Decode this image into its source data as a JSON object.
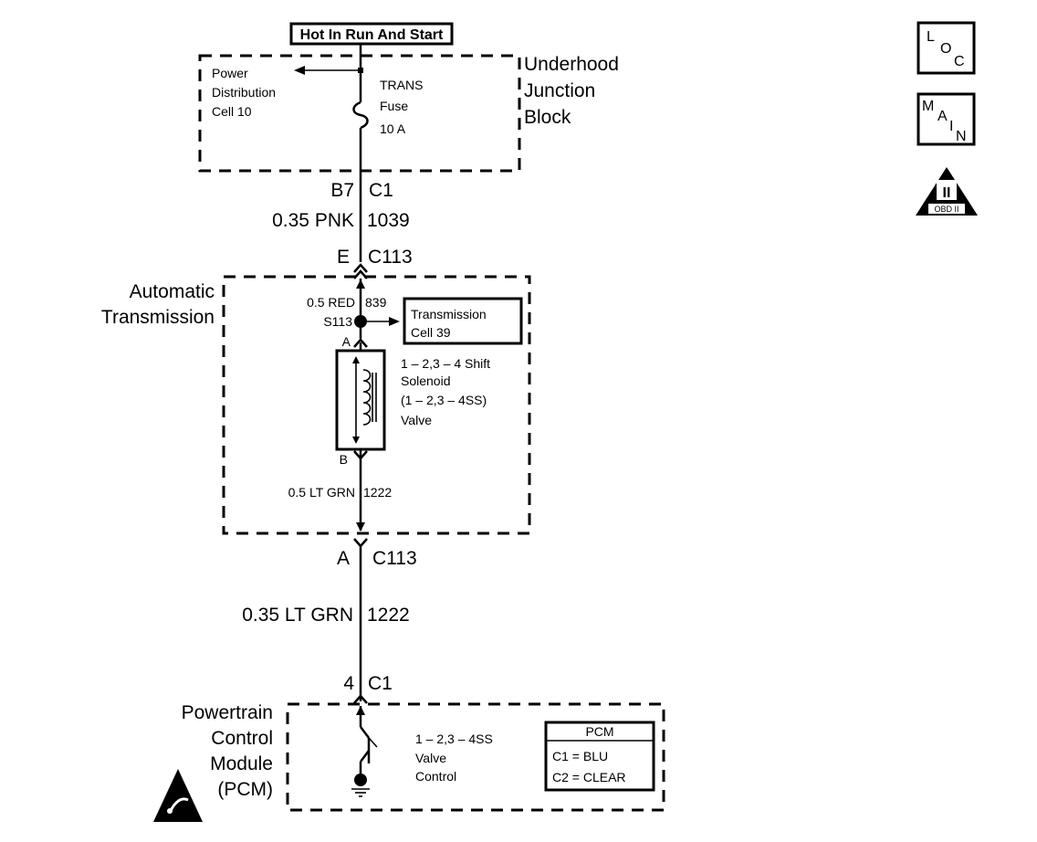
{
  "power": {
    "source": "Hot In Run And Start"
  },
  "junction_block": {
    "name": [
      "Underhood",
      "Junction",
      "Block"
    ],
    "power_dist": [
      "Power",
      "Distribution",
      "Cell 10"
    ],
    "fuse": [
      "TRANS",
      "Fuse",
      "10 A"
    ]
  },
  "wire1": {
    "pin": "B7",
    "connector": "C1",
    "size_color": "0.35 PNK",
    "circuit": "1039"
  },
  "conn_c113_top": {
    "pin": "E",
    "connector": "C113"
  },
  "automatic_transmission": {
    "name": [
      "Automatic",
      "Transmission"
    ],
    "splice_wire": "0.5 RED",
    "splice_circuit": "839",
    "splice": "S113",
    "ref_cell": [
      "Transmission",
      "Cell 39"
    ],
    "solenoid_pin_a": "A",
    "solenoid_pin_b": "B",
    "solenoid": [
      "1 – 2,3 – 4 Shift",
      "Solenoid",
      "(1 – 2,3 – 4SS)",
      "Valve"
    ],
    "inner_wire": "0.5 LT GRN",
    "inner_circuit": "1222"
  },
  "conn_c113_bottom": {
    "pin": "A",
    "connector": "C113"
  },
  "wire2": {
    "size_color": "0.35 LT GRN",
    "circuit": "1222"
  },
  "conn_c1": {
    "pin": "4",
    "connector": "C1"
  },
  "pcm": {
    "name": [
      "Powertrain",
      "Control",
      "Module",
      "(PCM)"
    ],
    "control": [
      "1 – 2,3 – 4SS",
      "Valve",
      "Control"
    ],
    "legend_title": "PCM",
    "legend": [
      "C1 = BLU",
      "C2 = CLEAR"
    ]
  },
  "icons": {
    "loc": [
      "L",
      "O",
      "C"
    ],
    "main": [
      "M",
      "A",
      "I",
      "N"
    ],
    "obd": [
      "II",
      "OBD II"
    ]
  }
}
